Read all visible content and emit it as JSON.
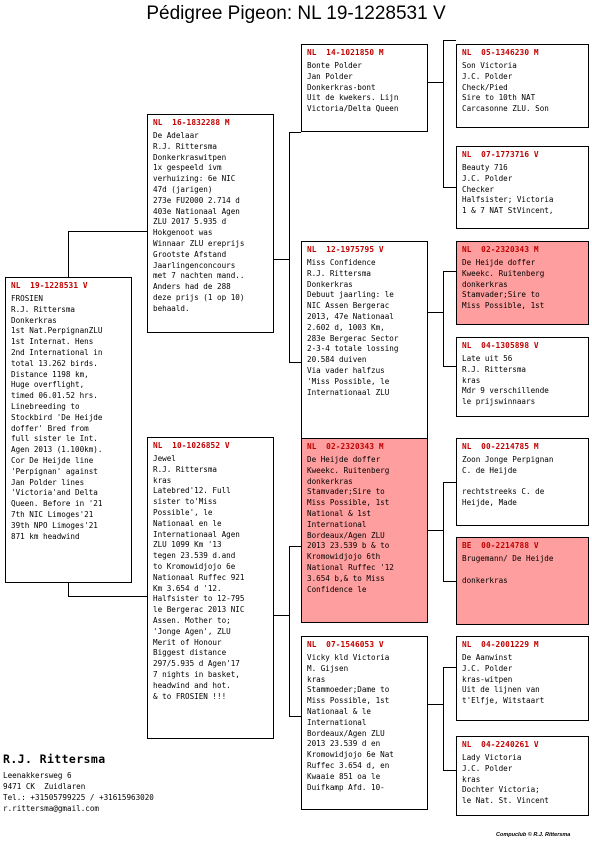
{
  "title": "Pédigree Pigeon: NL  19-1228531 V",
  "colors": {
    "ring": "#c00000",
    "highlight": "#ff9e9e",
    "border": "#000000"
  },
  "boxes": {
    "subject": {
      "ring": "NL  19-1228531 V",
      "lines": [
        "FROSIEN",
        "R.J. Rittersma",
        "Donkerkras",
        "1st Nat.PerpignanZLU",
        "1st Internat. Hens",
        "2nd International in",
        "total 13.262 birds.",
        "Distance 1198 km,",
        "Huge overflight,",
        "timed 06.01.52 hrs.",
        "Linebreeding to",
        "Stockbird 'De Heijde",
        "doffer' Bred from",
        "full sister le Int.",
        "Agen 2013 (1.100km).",
        "Cor De Heijde line",
        "'Perpignan' against",
        "Jan Polder lines",
        "'Victoria'and Delta",
        "Queen. Before in '21",
        "7th NIC Limoges'21",
        "39th NPO Limoges'21",
        "871 km headwind"
      ]
    },
    "sire": {
      "ring": "NL  16-1832288 M",
      "lines": [
        "De Adelaar",
        "R.J. Rittersma",
        "Donkerkraswitpen",
        "1x gespeeld ivm",
        "verhuizing: 6e NIC",
        "47d (jarigen)",
        "273e FU2000 2.714 d",
        "403e Nationaal Agen",
        "ZLU 2017 5.935 d",
        "Hokgenoot was",
        "Winnaar ZLU ereprijs",
        "Grootste Afstand",
        "Jaarlingenconcours",
        "met 7 nachten mand..",
        "Anders had de 288",
        "deze prijs (1 op 10)",
        "behaald."
      ]
    },
    "dam": {
      "ring": "NL  10-1026852 V",
      "lines": [
        "Jewel",
        "R.J. Rittersma",
        "kras",
        "Latebred'12. Full",
        "sister to'Miss",
        "Possible', le",
        "Nationaal en le",
        "Internationaal Agen",
        "ZLU 1099 Km '13",
        "tegen 23.539 d.and",
        "to Kromowidjojo 6e",
        "Nationaal Ruffec 921",
        "Km 3.654 d '12.",
        "Halfsister to 12-795",
        "le Bergerac 2013 NIC",
        "Assen. Mother to;",
        "'Jonge Agen', ZLU",
        "Merit of Honour",
        "Biggest distance",
        "297/5.935 d Agen'17",
        "7 nights in basket,",
        "headwind and hot.",
        "& to FROSIEN !!!"
      ]
    },
    "ss": {
      "ring": "NL  14-1021850 M",
      "lines": [
        "Bonte Polder",
        "Jan Polder",
        "Donkerkras-bont",
        "Uit de kwekers. Lijn",
        "Victoria/Delta Queen"
      ]
    },
    "sd": {
      "ring": "NL  12-1975795 V",
      "lines": [
        "Miss Confidence",
        "R.J. Rittersma",
        "Donkerkras",
        "Debuut jaarling: le",
        "NIC Assen Bergerac",
        "2013, 47e Nationaal",
        "2.602 d, 1003 Km,",
        "283e Bergerac Sector",
        "2-3-4 totale lossing",
        "20.584 duiven",
        "Via vader halfzus",
        "'Miss Possible, le",
        "Internationaal ZLU"
      ]
    },
    "ds": {
      "ring": "NL  02-2320343 M",
      "lines": [
        "De Heijde doffer",
        "Kweekc. Ruitenberg",
        "donkerkras",
        "Stamvader;Sire to",
        "Miss Possible, 1st",
        "National & 1st",
        "International",
        "Bordeaux/Agen ZLU",
        "2013 23.539 b & to",
        "Kromowidjojo 6th",
        "National Ruffec '12",
        "3.654 b,& to Miss",
        "Confidence le"
      ]
    },
    "dd": {
      "ring": "NL  07-1546053 V",
      "lines": [
        "Vicky kld Victoria",
        "M. Gijsen",
        "kras",
        "Stammoeder;Dame to",
        "Miss Possible, 1st",
        "Nationaal & le",
        "International",
        "Bordeaux/Agen ZLU",
        "2013 23.539 d en",
        "Kromowidjojo 6e Nat",
        "Ruffec 3.654 d, en",
        "Kwaaie 851 oa le",
        "Duifkamp Afd. 10-"
      ]
    },
    "sss": {
      "ring": "NL  05-1346230 M",
      "lines": [
        "Son Victoria",
        "J.C. Polder",
        "Check/Pied",
        "Sire to 10th NAT",
        "Carcasonne ZLU. Son"
      ]
    },
    "ssd": {
      "ring": "NL  07-1773716 V",
      "lines": [
        "Beauty 716",
        "J.C. Polder",
        "Checker",
        "Halfsister; Victoria",
        "1 & 7 NAT StVincent,"
      ]
    },
    "sds": {
      "ring": "NL  02-2320343 M",
      "lines": [
        "De Heijde doffer",
        "Kweekc. Ruitenberg",
        "donkerkras",
        "Stamvader;Sire to",
        "Miss Possible, 1st"
      ]
    },
    "sdd": {
      "ring": "NL  04-1305898 V",
      "lines": [
        "Late uit 56",
        "R.J. Rittersma",
        "kras",
        "Mdr 9 verschillende",
        "le prijswinnaars"
      ]
    },
    "dss": {
      "ring": "NL  00-2214785 M",
      "lines": [
        "Zoon Jonge Perpignan",
        "C. de Heijde",
        "",
        "rechtstreeks C. de",
        "Heijde, Made"
      ]
    },
    "dsd": {
      "ring": "BE  00-2214788 V",
      "lines": [
        "Brugemann/ De Heijde",
        "",
        "donkerkras"
      ]
    },
    "dds": {
      "ring": "NL  04-2001229 M",
      "lines": [
        "De Aanwinst",
        "J.C. Polder",
        "kras-witpen",
        "Uit de lijnen van",
        "t'Elfje, Witstaart"
      ]
    },
    "ddd": {
      "ring": "NL  04-2240261 V",
      "lines": [
        "Lady Victoria",
        "J.C. Polder",
        "kras",
        "Dochter Victoria;",
        "le Nat. St. Vincent"
      ]
    }
  },
  "owner": {
    "name": "R.J. Rittersma",
    "lines": [
      "Leenakkersweg 6",
      "9471 CK  Zuidlaren",
      "Tel.: +31505799225 / +31615963020",
      "r.rittersma@gmail.com"
    ]
  },
  "credit": "Compuclub © R.J. Rittersma"
}
